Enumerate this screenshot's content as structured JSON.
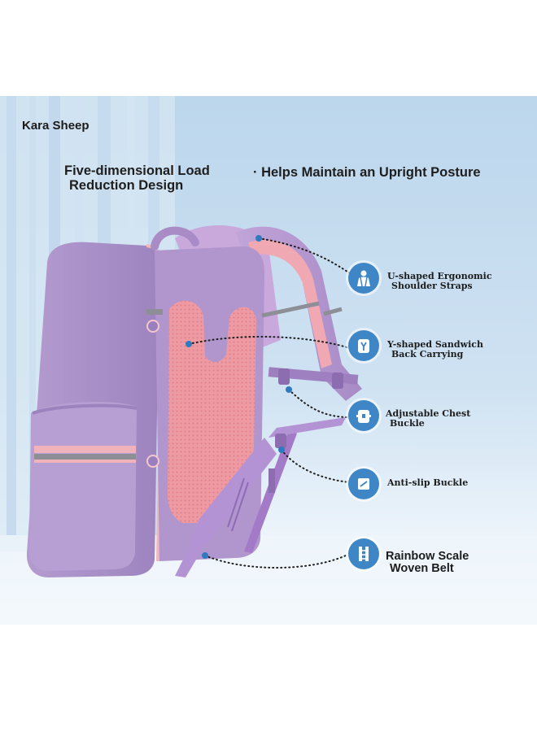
{
  "brand": "Kara Sheep",
  "headline_left": {
    "line1": "Five-dimensional Load",
    "line2": "Reduction Design"
  },
  "headline_right": "· Helps Maintain an Upright Posture",
  "features": [
    {
      "icon": "shoulder-straps-icon",
      "line1": "U-shaped Ergonomic",
      "line2": "Shoulder Straps"
    },
    {
      "icon": "back-panel-icon",
      "line1": "Y-shaped Sandwich",
      "line2": "Back Carrying"
    },
    {
      "icon": "chest-buckle-icon",
      "line1": "Adjustable Chest",
      "line2": "Buckle"
    },
    {
      "icon": "buckle-icon",
      "line1": "Anti-slip Buckle",
      "line2": ""
    },
    {
      "icon": "belt-icon",
      "line1": "Rainbow Scale",
      "line2": "Woven Belt"
    }
  ],
  "colors": {
    "background_sky": "#bcd6ec",
    "backpack_purple": "#b99ad2",
    "backpack_pink": "#f1aeb5",
    "icon_blue": "#3e86c6",
    "text": "#1e1e1e"
  }
}
